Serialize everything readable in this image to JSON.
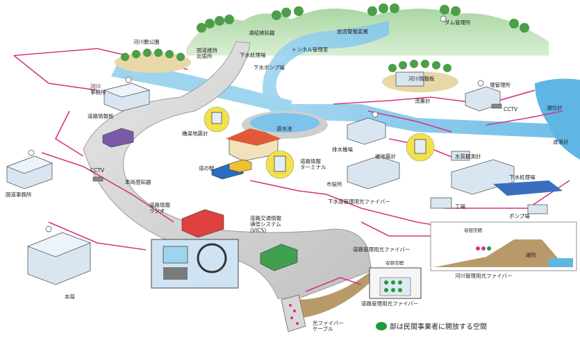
{
  "colors": {
    "fiber": "#d63384",
    "hill": "#b7ddb0",
    "tree": "#4d9e48",
    "water": "#7cc4ea",
    "water_light": "#bde3f6",
    "road": "#cfcfcf",
    "road_edge": "#9a9a9a",
    "ground": "#b89a6a",
    "building": "#d9e6f2",
    "highlight": "#f2e14a",
    "open_space": "#1e9c3a"
  },
  "labels": {
    "dam_office": "ダム管理所",
    "tunnel_office": "トンネル管理室",
    "discharge_alarm": "放流警報装置",
    "frost_detector": "凍結検知器",
    "road_maintenance": "国道維持\n出張所",
    "sewer_pump": "下水ポンプ場",
    "sewer_plant_top": "下水処理場",
    "river_park": "河川敷公園",
    "river_office": "河川\n事務所",
    "road_info_board": "道路情報板",
    "national_road_office": "国道事務所",
    "cctv_left": "CCTV",
    "vehicle_sensor": "車両感知器",
    "road_info_radio": "道路情報\nラジオ",
    "vics": "道路交通情報\n通信システム\n(VICS)",
    "head_office": "本局",
    "bridge_seismo": "橋梁地震計",
    "road_station": "道の駅",
    "retention_pond": "遊水池",
    "road_info_terminal": "道路情報\nターミナル",
    "drainage_pump": "排水機場",
    "ground_seismo": "堤地震計",
    "water_quality": "水質観測計",
    "city_hall": "市役所",
    "sewer_fiber": "下水道管理用光ファイバー",
    "sewer_plant": "下水処理場",
    "factory": "工場",
    "pump_station": "ポンプ場",
    "river_info_board": "河川情報板",
    "flow_meter": "流量計",
    "weir_office": "堰管理所",
    "cctv_right": "CCTV",
    "tide_gauge": "潮位計",
    "wave_gauge": "波浪計",
    "storage_space_top": "収容空間",
    "levee": "堤防",
    "river_fiber": "河川管理用光ファイバー",
    "road_fiber_top": "道路管理用光ファイバー",
    "storage_space": "収容空間",
    "road_fiber_bottom": "道路管理用光ファイバー",
    "fiber_cable": "光ファイバー\nケーブル"
  },
  "legend": {
    "text": "部は民間事業者に開放する空間"
  },
  "icons": [
    "tree-icon",
    "antenna-icon",
    "cctv-camera-icon",
    "car-icon",
    "building-icon",
    "steering-wheel-icon",
    "fiber-dot-icon"
  ]
}
